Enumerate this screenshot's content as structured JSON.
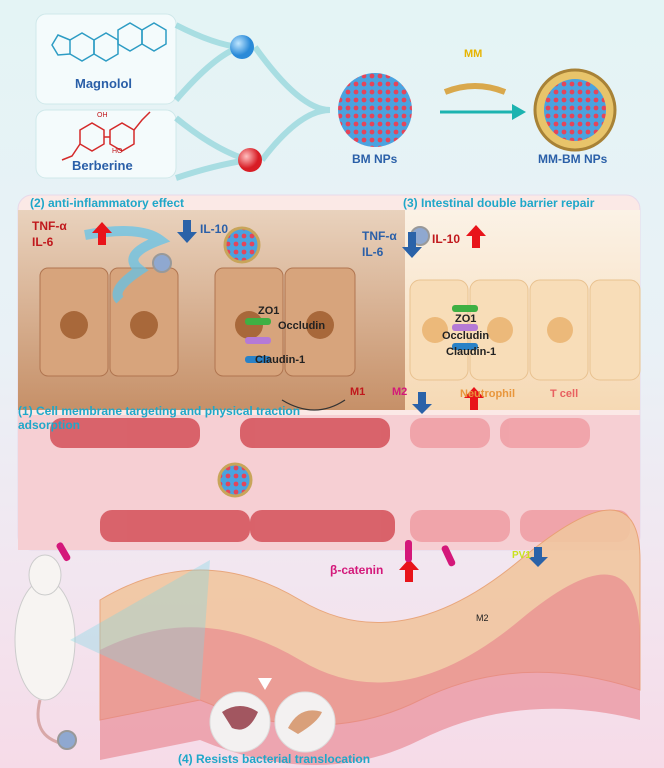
{
  "top": {
    "compound_1": "Magnolol",
    "compound_2": "Berberine",
    "structure_labels": {
      "oh": "OH",
      "ho": "HO"
    },
    "np_label": "BM NPs",
    "coating_label": "MM",
    "coated_np_label": "MM-BM NPs"
  },
  "panel": {
    "section_2_title": "(2) anti-inflammatory effect",
    "section_3_title": "(3) Intestinal double barrier repair",
    "section_1_title_line1": "(1) Cell membrane targeting and physical traction",
    "section_1_title_line2": "adsorption",
    "left": {
      "tnf": "TNF-α",
      "il6": "IL-6",
      "il10": "IL-10",
      "zo1": "ZO1",
      "occludin": "Occludin",
      "claudin": "Claudin-1"
    },
    "right": {
      "tnf": "TNF-α",
      "il6": "IL-6",
      "il10": "IL-10",
      "zo1": "ZO1",
      "occludin": "Occludin",
      "claudin": "Claudin-1"
    },
    "immune": {
      "m1": "M1",
      "m2": "M2",
      "neutrophil": "Neutrophil",
      "tcell": "T cell"
    }
  },
  "bottom": {
    "beta_catenin": "β-catenin",
    "pv1": "PV1",
    "m2": "M2",
    "section_4_title": "(4) Resists bacterial translocation"
  },
  "colors": {
    "up_arrow": "#e8141a",
    "down_arrow": "#2a62a8",
    "title": "#1fa7c9",
    "magnolol": "#3a6cc0",
    "berberine": "#d42a2a"
  }
}
